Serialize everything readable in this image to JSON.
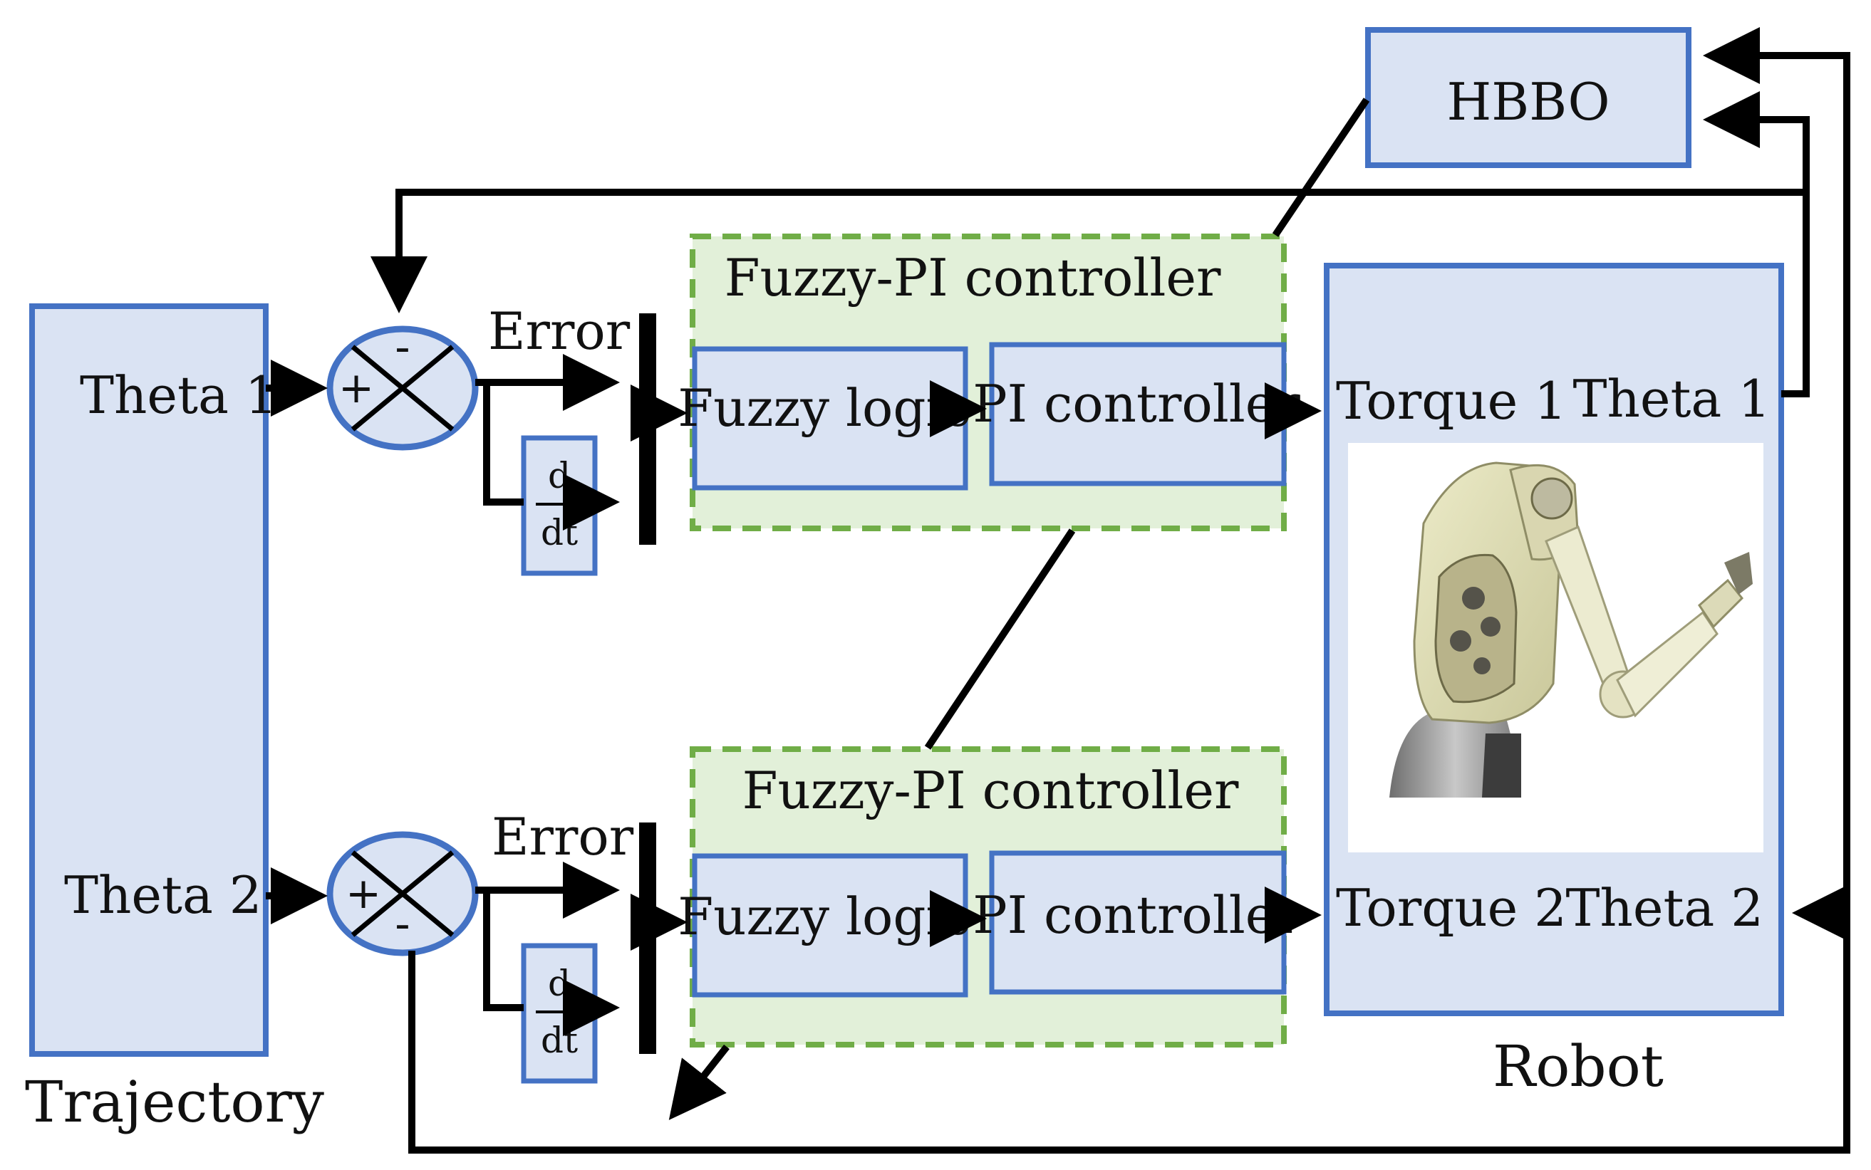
{
  "trajectory": {
    "label": "Trajectory",
    "theta1": "Theta 1",
    "theta2": "Theta 2"
  },
  "summing_junction_1": {
    "plus": "+",
    "minus": "-"
  },
  "summing_junction_2": {
    "plus": "+",
    "minus": "-"
  },
  "controller_1": {
    "error_label": "Error",
    "derivative": {
      "numerator": "d",
      "denominator": "dt"
    },
    "title": "Fuzzy-PI controller",
    "fuzzy_logic": "Fuzzy logic",
    "pi_controller": "PI controller"
  },
  "controller_2": {
    "error_label": "Error",
    "derivative": {
      "numerator": "d",
      "denominator": "dt"
    },
    "title": "Fuzzy-PI controller",
    "fuzzy_logic": "Fuzzy logic",
    "pi_controller": "PI controller"
  },
  "hbbo": {
    "label": "HBBO"
  },
  "robot": {
    "label": "Robot",
    "torque1": "Torque 1",
    "theta1": "Theta 1",
    "torque2": "Torque 2",
    "theta2": "Theta 2",
    "image": "robot-arm-photo"
  },
  "colors": {
    "block_fill": "#dae3f3",
    "block_stroke": "#4472c4",
    "controller_fill": "#e2f0d9",
    "controller_stroke": "#70ad47",
    "line": "#000000"
  }
}
